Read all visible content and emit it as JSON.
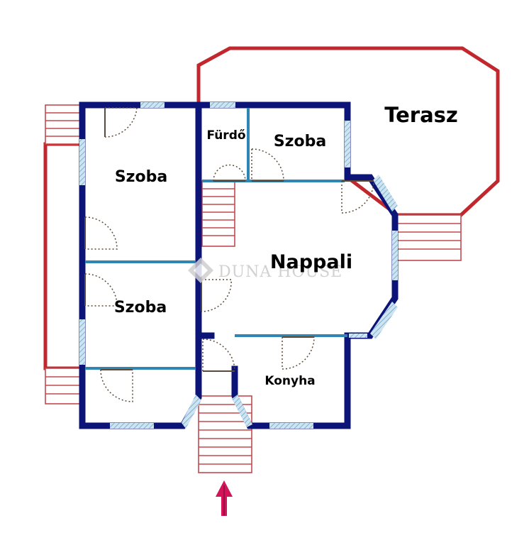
{
  "labels": {
    "terasz": "Terasz",
    "furdo": "Fürdő",
    "szoba_top_right": "Szoba",
    "szoba_left_top": "Szoba",
    "nappali": "Nappali",
    "szoba_left_bottom": "Szoba",
    "konyha": "Konyha"
  },
  "watermark": {
    "text": "DUNA HOUSE",
    "logo": "duna-house-diamond-logo"
  },
  "colors": {
    "wall": "#0c1478",
    "inner_wall": "#2f86b4",
    "window": "#a9cfe6",
    "terrace": "#c1272d",
    "stairs": "#c24a4f",
    "door": "#5a4a3a",
    "entrance_arrow": "#d4145a"
  },
  "icons": {
    "entrance": "entrance-arrow-icon"
  }
}
